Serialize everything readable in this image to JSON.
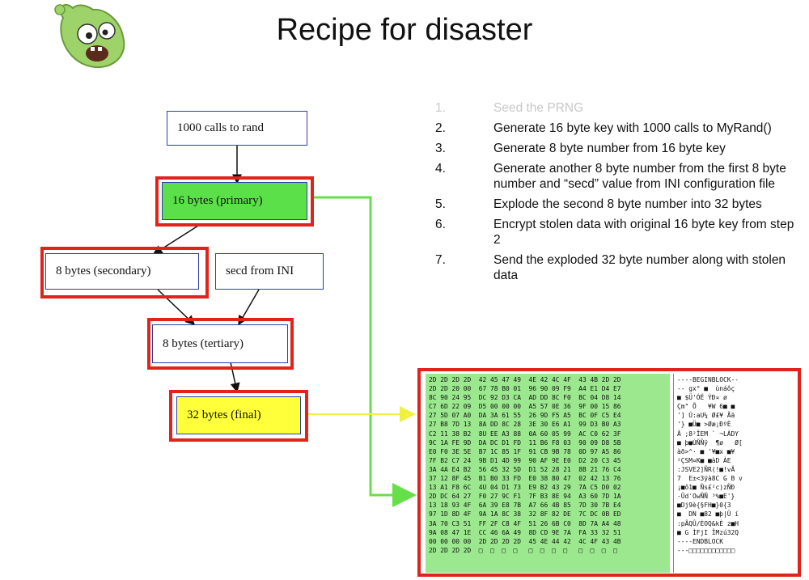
{
  "title": "Recipe for disaster",
  "diagram": {
    "nodes": {
      "calls": "1000 calls to rand",
      "primary": "16 bytes (primary)",
      "secondary": "8 bytes (secondary)",
      "secd": "secd from INI",
      "tertiary": "8 bytes (tertiary)",
      "final": "32 bytes (final)"
    }
  },
  "steps": [
    {
      "num": "1.",
      "text": "Seed the PRNG"
    },
    {
      "num": "2.",
      "text": "Generate 16 byte key with 1000 calls to MyRand()"
    },
    {
      "num": "3.",
      "text": "Generate 8 byte number from 16 byte key"
    },
    {
      "num": "4.",
      "text": "Generate another 8 byte number from the first 8 byte number and “secd” value from INI configuration file"
    },
    {
      "num": "5.",
      "text": "Explode the second 8 byte number into 32 bytes"
    },
    {
      "num": "6.",
      "text": "Encrypt stolen data with original 16 byte key from step 2"
    },
    {
      "num": "7.",
      "text": "Send the exploded 32 byte number along with stolen data"
    }
  ],
  "hexdump": {
    "hex_rows": [
      "2D 2D 2D 2D  42 45 47 49  4E 42 4C 4F  43 4B 2D 2D",
      "2D 2D 20 00  67 78 B0 01  96 90 09 F9  A4 E1 D4 E7",
      "8C 90 24 95  DC 92 D3 CA  AD DD 8C F0  BC 04 D8 14",
      "C7 6D 22 09  D5 00 00 00  A5 57 0E 36  9F 00 15 86",
      "27 5D 07 A0  DA 3A 61 55  26 9D F5 A5  BC 0F C5 E4",
      "27 B8 7D 13  8A DD 8C 28  3E 30 E6 A1  99 D3 B0 A3",
      "C2 11 38 B2  8U EE A3 88  0A 60 05 99  AC C0 62 3F",
      "9C 1A FE 9D  DA DC D1 FD  11 B6 F8 03  90 09 D8 5B",
      "E0 F0 3E 5E  B7 1C 85 1F  91 CB 9B 78  0D 97 A5 86",
      "7F B2 C7 24  9B D1 4D 99  90 AF 9E E0  D2 20 C3 45",
      "3A 4A E4 B2  56 45 32 5D  D1 52 28 21  8B 21 76 C4",
      "37 12 8F 45  B1 B0 33 FD  E0 38 80 47  02 42 13 76",
      "13 A1 F8 6C  4U 04 D1 73  E9 B2 43 29  7A C5 D0 02",
      "2D DC 64 27  F0 27 9C F1  7F B3 8E 94  A3 60 7D 1A",
      "13 18 93 4F  6A 39 E8 7B  A7 66 4B 85  7D 30 7B E4",
      "97 1D 8D 4F  9A 1A 8C 38  32 8F 82 DE  7C DC 0B ED",
      "3A 70 C3 51  FF 2F C8 4F  51 26 6B C0  8D 7A A4 48",
      "9A 08 47 1E  CC 46 6A 49  8D CD 9E 7A  FA 33 32 51",
      "00 00 00 00  2D 2D 2D 2D  45 4E 44 42  4C 4F 43 4B",
      "2D 2D 2D 2D  □  □  □  □   □  □  □  □   □  □  □  □"
    ],
    "ascii_rows": [
      "----BEGINBLOCK--",
      "-- gx° ■  ùnáôç",
      "■ $Ü'ÓË ÝÐ¤ ø",
      "Çm\" Õ   ¥W 6■ ■",
      "'] Ú:aU¼ Ø£¥ Ãä",
      "'} ■Ü■ >Øæ¡ÐºÈ",
      "Â ;8²ÎEM ` ¬LÀDY",
      "■ þ■ÚÑÑÿ  ¶ø   Ø[",
      "àð>^· ■ '¥■x ■¥",
      "²ÇSM¤K■ ■àD ÀE",
      ":JSVE2]ÑR(!■!vÄ",
      "7  E±<3ÿà8C G B v",
      "¡■ô1■ Ñs£²c)zÑÐ",
      "-ÜdˈOwÑÑ ³%■E'}",
      "■Dj9è{§FH■}0{3",
      "■  DN ■82 ■þ|Ü í",
      ":pÃQÛ/ÈOQ&kÈ z■H",
      "■ G ÌFjI ÎMzú32Q",
      "----ENDBLOCK",
      "---□□□□□□□□□□□□"
    ]
  },
  "colors": {
    "highlight_red": "#e0241c",
    "node_border": "#2b3fa8",
    "primary_fill": "#5be04a",
    "final_fill": "#ffff3a",
    "hex_bg": "#9be88e",
    "connector_green": "#66e048",
    "connector_yellow": "#f0f040"
  }
}
